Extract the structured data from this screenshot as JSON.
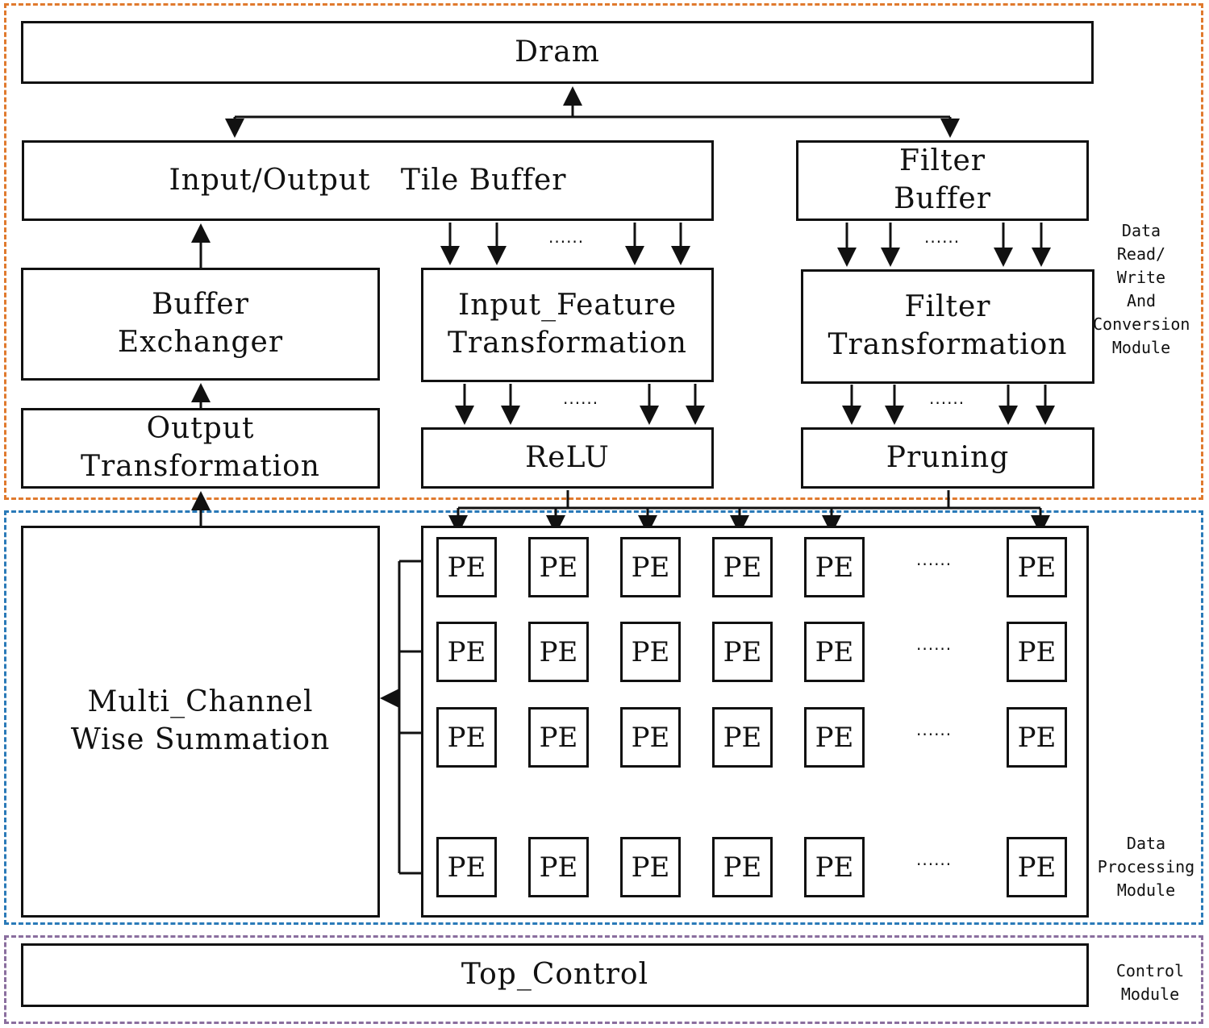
{
  "modules": {
    "read_write": [
      "Data",
      "Read/",
      "Write",
      "And",
      "Conversion",
      "Module"
    ],
    "processing": [
      "Data",
      "Processing",
      "Module"
    ],
    "control": [
      "Control",
      "Module"
    ]
  },
  "blocks": {
    "dram": "Dram",
    "io_tile_buffer": "Input/Output   Tile Buffer",
    "filter_buffer": [
      "Filter",
      "Buffer"
    ],
    "buffer_exchanger": [
      "Buffer",
      "Exchanger"
    ],
    "input_feature_transformation": [
      "Input_Feature",
      "Transformation"
    ],
    "filter_transformation": [
      "Filter",
      "Transformation"
    ],
    "output_transformation": [
      "Output",
      "Transformation"
    ],
    "relu": "ReLU",
    "pruning": "Pruning",
    "multi_channel_wise_summation": [
      "Multi_Channel",
      "Wise Summation"
    ],
    "top_control": "Top_Control"
  },
  "pe_label": "PE",
  "ellipsis": "......",
  "colors": {
    "read_write_border": "#e07a2e",
    "processing_border": "#2a7ab8",
    "control_border": "#8a6e9e",
    "line": "#111111"
  }
}
